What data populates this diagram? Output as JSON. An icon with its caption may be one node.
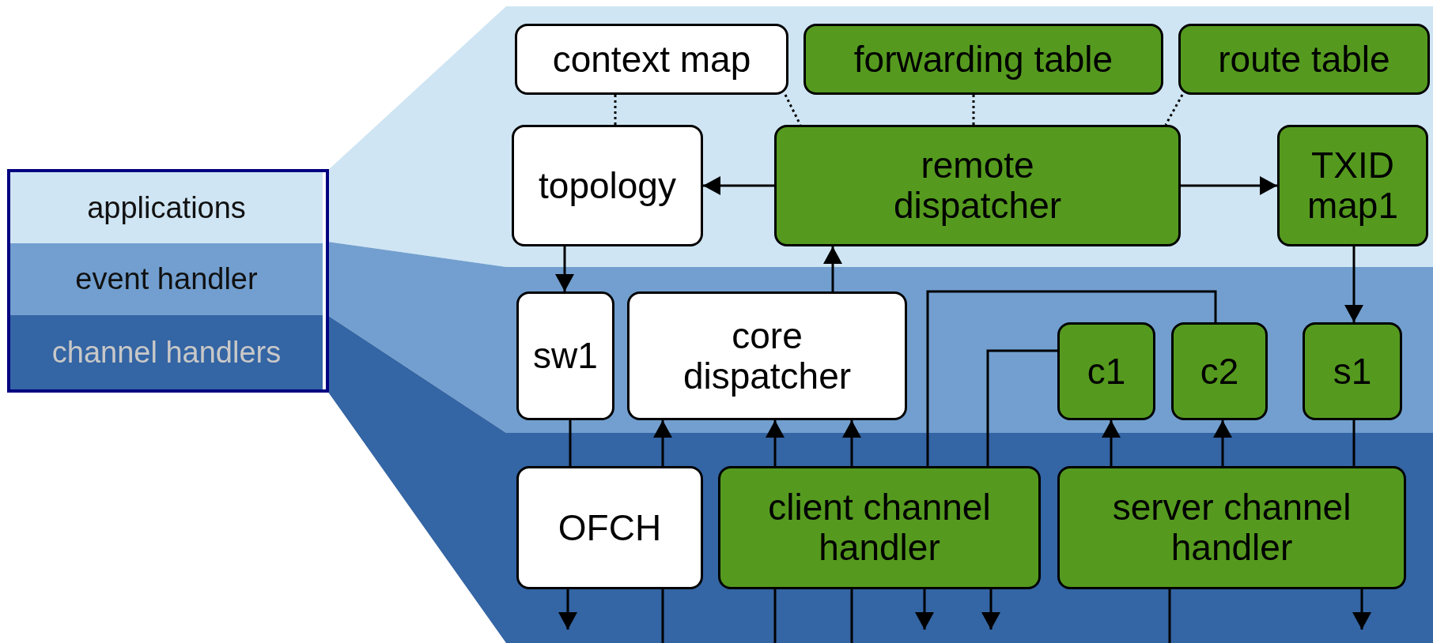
{
  "diagram": {
    "nodes": [
      {
        "text": [
          "applications"
        ]
      },
      {
        "text": [
          "event handler"
        ]
      },
      {
        "text": [
          "channel handlers"
        ]
      },
      {
        "text": [
          "context map"
        ]
      },
      {
        "text": [
          "forwarding table"
        ]
      },
      {
        "text": [
          "route table"
        ]
      },
      {
        "text": [
          "topology"
        ]
      },
      {
        "text": [
          "remote dispatcher"
        ]
      },
      {
        "text": [
          "TXID map1"
        ]
      },
      {
        "text": [
          "sw1"
        ]
      },
      {
        "text": [
          "core dispatcher"
        ]
      },
      {
        "text": [
          "c1"
        ]
      },
      {
        "text": [
          "c2"
        ]
      },
      {
        "text": [
          "s1"
        ]
      },
      {
        "text": [
          "OFCH"
        ]
      },
      {
        "text": [
          "client channel handler"
        ]
      },
      {
        "text": [
          "server channel handler"
        ]
      }
    ],
    "edges": [
      {
        "from": 7,
        "to": 6,
        "arrow": "to"
      },
      {
        "from": 7,
        "to": 8,
        "arrow": "to"
      },
      {
        "from": 6,
        "to": 9,
        "arrow": "to"
      },
      {
        "from": 10,
        "to": 7,
        "arrow": "to"
      },
      {
        "from": 8,
        "to": 13,
        "arrow": "to"
      },
      {
        "from": 9,
        "to": 14,
        "arrow": "none"
      },
      {
        "from": 14,
        "to": 10,
        "arrow": "to"
      },
      {
        "from": 15,
        "to": 10,
        "arrow": "to"
      },
      {
        "from": 15,
        "to": 10,
        "arrow": "to"
      },
      {
        "from": 15,
        "to": 12,
        "arrow": "none"
      },
      {
        "from": 15,
        "to": 11,
        "arrow": "none"
      },
      {
        "from": 16,
        "to": 11,
        "arrow": "to"
      },
      {
        "from": 16,
        "to": 12,
        "arrow": "to"
      },
      {
        "from": 13,
        "to": 16,
        "arrow": "none"
      },
      {
        "from": 3,
        "to": 6,
        "arrow": "none",
        "style": "dashed"
      },
      {
        "from": 3,
        "to": 7,
        "arrow": "none",
        "style": "dashed"
      },
      {
        "from": 4,
        "to": 7,
        "arrow": "none",
        "style": "dashed"
      },
      {
        "from": 5,
        "to": 7,
        "arrow": "none",
        "style": "dashed"
      },
      {
        "from": 14,
        "to": null,
        "arrow": "to"
      },
      {
        "from": null,
        "to": 14,
        "arrow": "none"
      },
      {
        "from": null,
        "to": 15,
        "arrow": "none"
      },
      {
        "from": null,
        "to": 15,
        "arrow": "none"
      },
      {
        "from": 15,
        "to": null,
        "arrow": "to"
      },
      {
        "from": 15,
        "to": null,
        "arrow": "to"
      },
      {
        "from": null,
        "to": 16,
        "arrow": "none"
      },
      {
        "from": 16,
        "to": null,
        "arrow": "to"
      }
    ]
  }
}
